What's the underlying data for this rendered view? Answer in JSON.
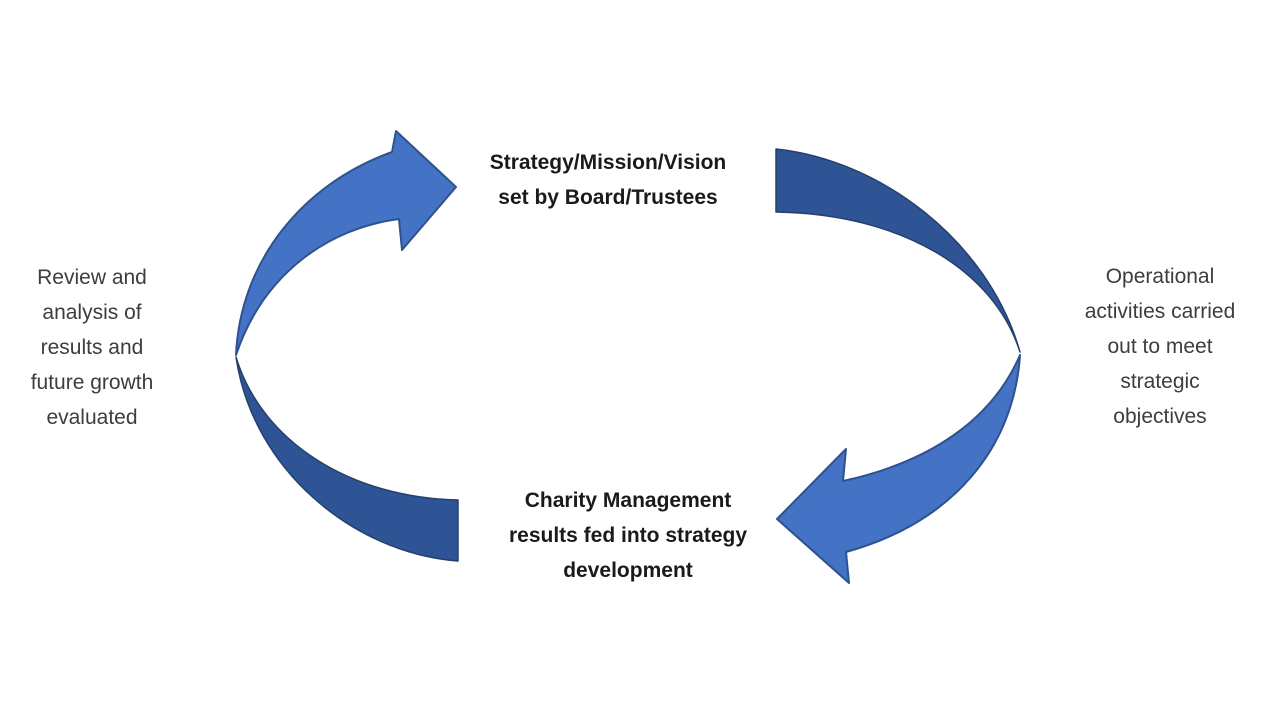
{
  "diagram": {
    "kind": "cycle",
    "nodes": {
      "top": "Strategy/Mission/Vision\nset by Board/Trustees",
      "right": "Operational\nactivities carried\nout to meet\nstrategic\nobjectives",
      "bottom": "Charity Management\nresults fed into strategy\ndevelopment",
      "left": "Review and\nanalysis of\nresults and\nfuture growth\nevaluated"
    },
    "colors": {
      "arrow_light": "#4472C4",
      "arrow_light_border": "#2F528F",
      "arrow_dark": "#2F5496",
      "arrow_dark_border": "#24406B",
      "text_bold": "#1A1A1A",
      "text_regular": "#3D3D3D",
      "background": "#FFFFFF"
    }
  }
}
